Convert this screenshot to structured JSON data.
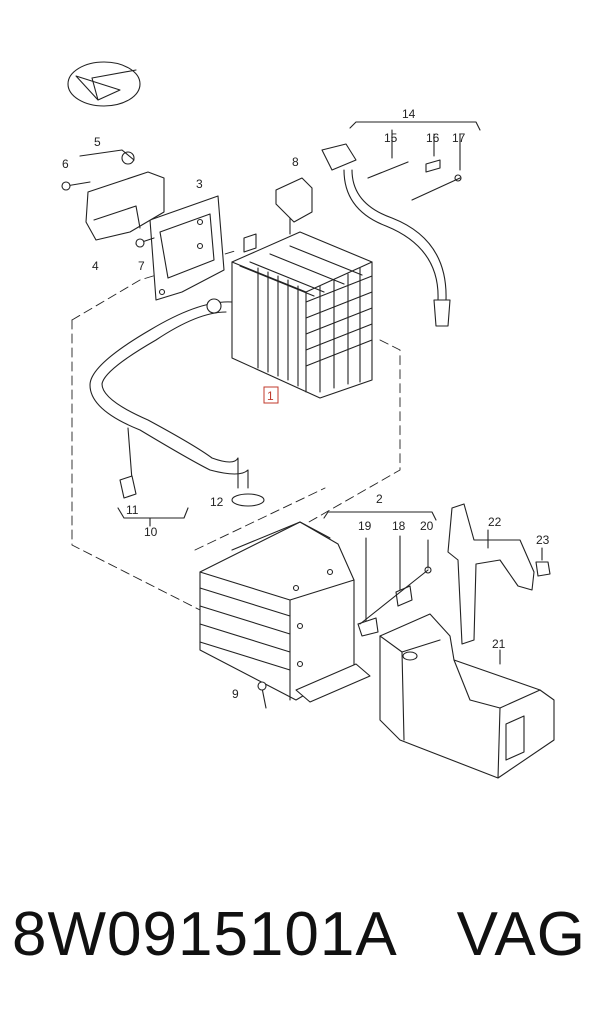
{
  "diagram": {
    "callouts": [
      {
        "id": "c1",
        "label": "1"
      },
      {
        "id": "c2",
        "label": "2"
      },
      {
        "id": "c3",
        "label": "3"
      },
      {
        "id": "c4",
        "label": "4"
      },
      {
        "id": "c5",
        "label": "5"
      },
      {
        "id": "c6",
        "label": "6"
      },
      {
        "id": "c7",
        "label": "7"
      },
      {
        "id": "c8",
        "label": "8"
      },
      {
        "id": "c9",
        "label": "9"
      },
      {
        "id": "c10",
        "label": "10"
      },
      {
        "id": "c11",
        "label": "11"
      },
      {
        "id": "c12",
        "label": "12"
      },
      {
        "id": "c14",
        "label": "14"
      },
      {
        "id": "c15",
        "label": "15"
      },
      {
        "id": "c16",
        "label": "16"
      },
      {
        "id": "c17",
        "label": "17"
      },
      {
        "id": "c18",
        "label": "18"
      },
      {
        "id": "c19",
        "label": "19"
      },
      {
        "id": "c20",
        "label": "20"
      },
      {
        "id": "c21",
        "label": "21"
      },
      {
        "id": "c22",
        "label": "22"
      },
      {
        "id": "c23",
        "label": "23"
      }
    ],
    "highlight_color": "#c0392b"
  },
  "caption": {
    "part_number": "8W0915101A",
    "brand": "VAG"
  }
}
